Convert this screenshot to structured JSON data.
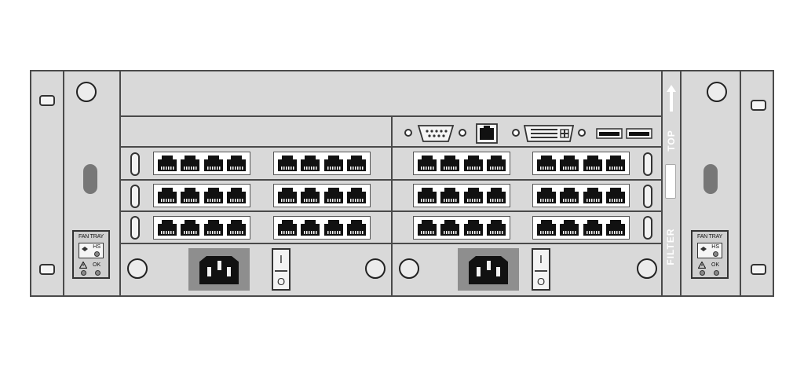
{
  "fan_tray": {
    "label": "FAN TRAY",
    "hs": "HS",
    "ok": "OK"
  },
  "side_labels": {
    "top": "TOP",
    "filter": "FILTER"
  },
  "power_switch": {
    "on": "I",
    "off": "O"
  },
  "colors": {
    "chassis": "#d9d9d9",
    "outline": "#4a4a4a",
    "port_block": "#ffffff",
    "port": "#111111",
    "power_inlet": "#8e8e8e"
  },
  "icons": [
    "screw-icon",
    "rj45-port-icon",
    "serial-port-icon",
    "ethernet-port-icon",
    "dvi-port-icon",
    "usb-port-icon",
    "warning-icon",
    "fan-icon",
    "arrow-up-icon",
    "power-socket-icon"
  ]
}
